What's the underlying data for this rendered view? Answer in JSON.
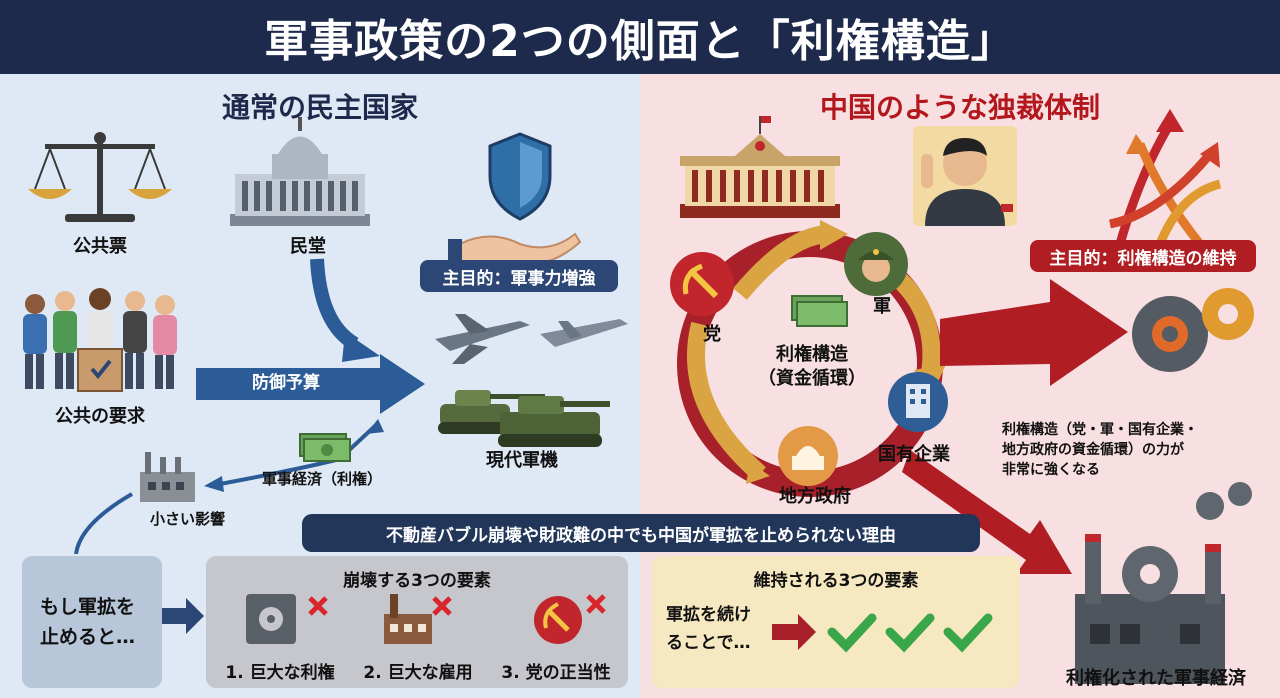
{
  "title": "軍事政策の2つの側面と「利権構造」",
  "left": {
    "heading": "通常の民主国家",
    "public_vote": "公共票",
    "private_hall": "民堂",
    "main_purpose": "主目的：軍事力増強",
    "public_demand": "公共の要求",
    "defense_budget": "防御予算",
    "modern_weapons": "現代軍機",
    "military_economy": "軍事経済（利権）",
    "small_impact": "小さい影響"
  },
  "right": {
    "heading": "中国のような独裁体制",
    "main_purpose": "主目的：利権構造の維持",
    "party": "党",
    "army": "軍",
    "center_line1": "利権構造",
    "center_line2": "（資金循環）",
    "soe": "国有企業",
    "local_gov": "地方政府",
    "note_line1": "利権構造（党・軍・国有企業・",
    "note_line2": "地方政府の資金循環）の力が",
    "note_line3": "非常に強くなる",
    "factory_label": "利権化された軍事経済"
  },
  "banner": "不動産バブル崩壊や財政難の中でも中国が軍拡を止められない理由",
  "if_box": {
    "line1": "もし軍拡を",
    "line2": "止めると…"
  },
  "collapse": {
    "title": "崩壊する3つの要素",
    "items": [
      "1. 巨大な利権",
      "2. 巨大な雇用",
      "3. 党の正当性"
    ]
  },
  "maintain": {
    "title": "維持される3つの要素",
    "line1": "軍拡を続け",
    "line2": "ることで…"
  },
  "colors": {
    "navy": "#1d2a4b",
    "red": "#b01e23",
    "gold": "#d9a441",
    "green": "#3aa64a"
  }
}
